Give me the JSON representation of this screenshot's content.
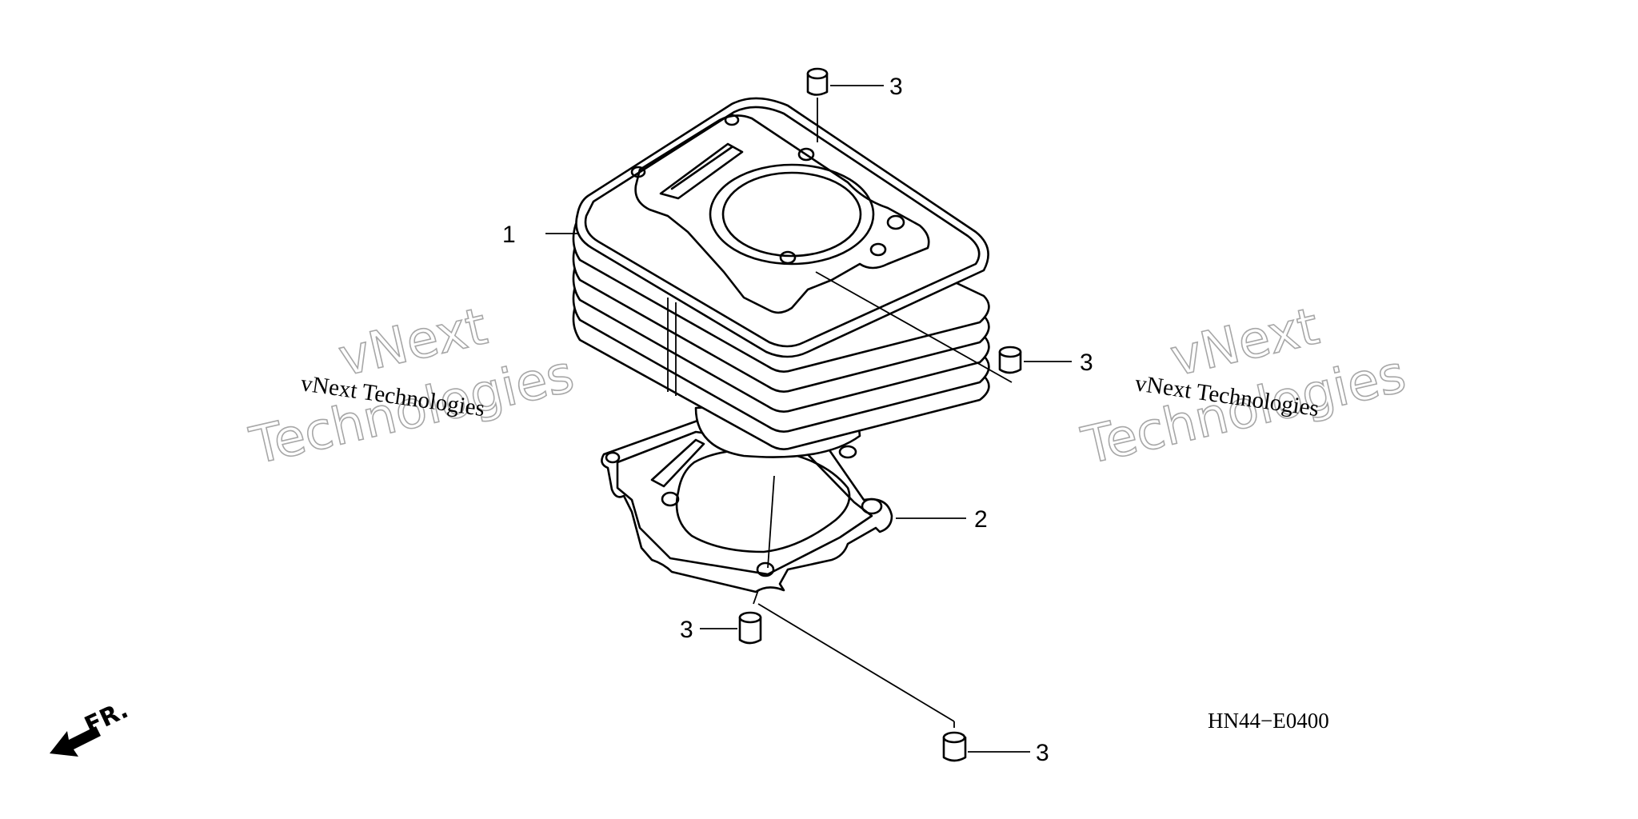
{
  "diagram": {
    "code": "HN44−E0400",
    "direction_marker": "FR.",
    "watermark": {
      "line": "vNext Technologies",
      "big_word1": "vNext",
      "big_word2": "Technologies"
    },
    "parts": [
      {
        "ref": "1",
        "name": "cylinder"
      },
      {
        "ref": "2",
        "name": "cylinder-base-gasket"
      },
      {
        "ref": "3",
        "name": "dowel-pin"
      }
    ],
    "callouts": [
      "1",
      "2",
      "3",
      "3",
      "3",
      "3"
    ]
  }
}
